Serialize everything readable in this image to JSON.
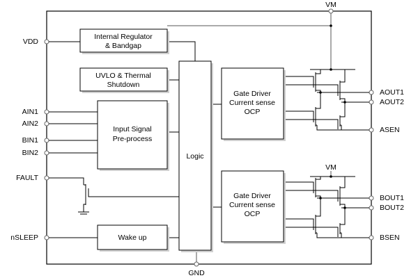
{
  "pins": {
    "vm_top": "VM",
    "vdd": "VDD",
    "ain1": "AIN1",
    "ain2": "AIN2",
    "bin1": "BIN1",
    "bin2": "BIN2",
    "fault": "FAULT",
    "nsleep": "nSLEEP",
    "gnd": "GND",
    "aout1": "AOUT1",
    "aout2": "AOUT2",
    "asen": "ASEN",
    "bout1": "BOUT1",
    "bout2": "BOUT2",
    "bsen": "BSEN",
    "vm_inner": "VM"
  },
  "blocks": {
    "regulator": [
      "Internal Regulator",
      "& Bandgap"
    ],
    "uvlo": [
      "UVLO & Thermal",
      "Shutdown"
    ],
    "input": [
      "Input Signal",
      "Pre-process"
    ],
    "logic": "Logic",
    "wake": "Wake up",
    "gate_a": [
      "Gate Driver",
      "Current sense",
      "OCP"
    ],
    "gate_b": [
      "Gate Driver",
      "Current sense",
      "OCP"
    ]
  }
}
